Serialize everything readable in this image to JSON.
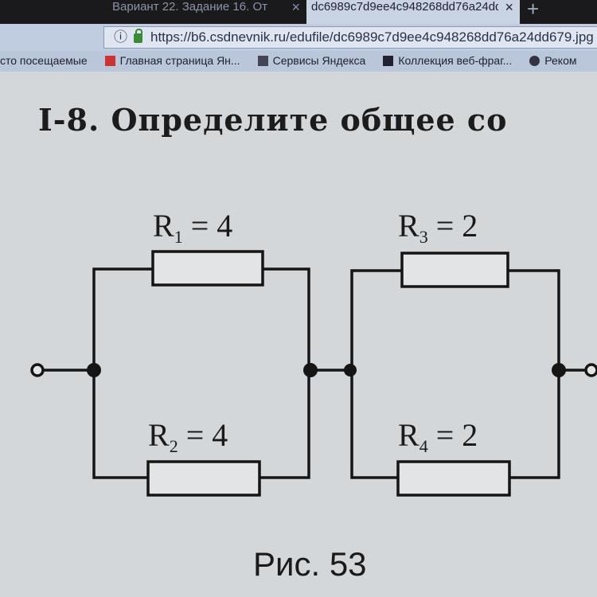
{
  "browser": {
    "tabs": [
      {
        "label": "Вариант 22. Задание 16. От",
        "active": false
      },
      {
        "label": "dc6989c7d9ee4c948268dd76a24dd6",
        "active": true
      }
    ],
    "close_icon": "×",
    "new_tab_icon": "+",
    "url": "https://b6.csdnevnik.ru/edufile/dc6989c7d9ee4c948268dd76a24dd679.jpg",
    "bookmarks": [
      "сто посещаемые",
      "Главная страница Ян...",
      "Сервисы Яндекса",
      "Коллекция веб-фраг...",
      "Реком"
    ]
  },
  "content": {
    "title": "I-8. Определите общее со",
    "resistors": [
      {
        "name": "R",
        "sub": "1",
        "value": "4"
      },
      {
        "name": "R",
        "sub": "2",
        "value": "4"
      },
      {
        "name": "R",
        "sub": "3",
        "value": "2"
      },
      {
        "name": "R",
        "sub": "4",
        "value": "2"
      }
    ],
    "caption": "Рис. 53"
  }
}
